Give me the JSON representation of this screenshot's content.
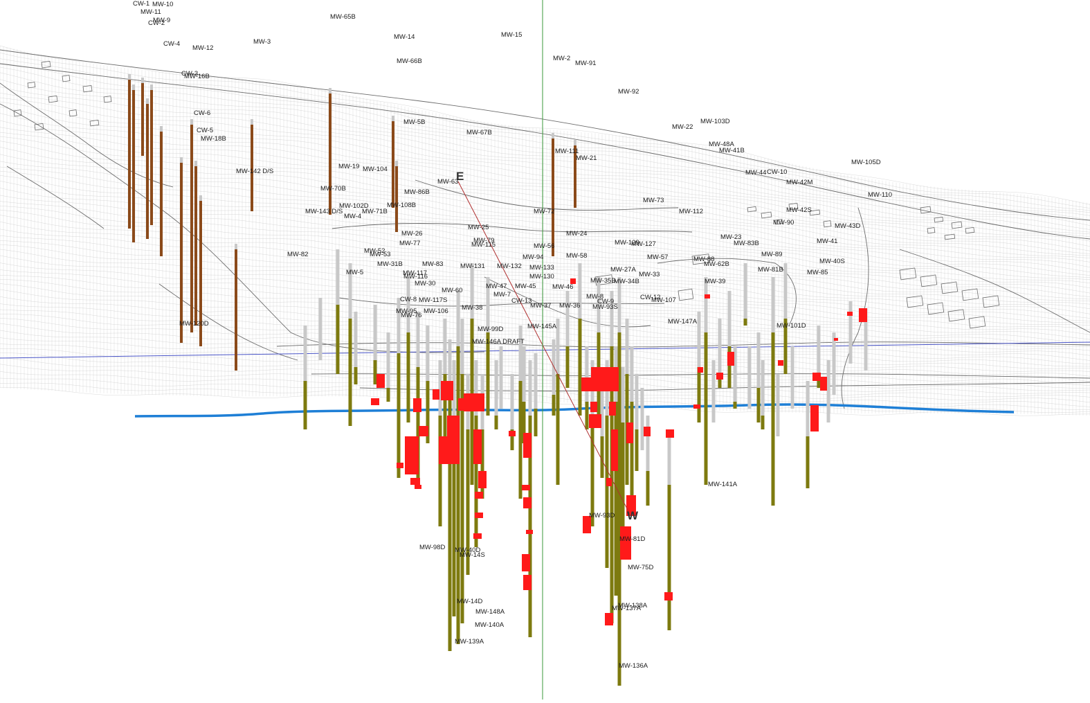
{
  "scene": {
    "section_line": {
      "start_label": "E",
      "end_label": "W"
    },
    "colors": {
      "background": "#ffffff",
      "mesh": "#c8c8c8",
      "roads": "#6b6b6b",
      "well_upper": "#8b4a1a",
      "well_lower": "#7d7a0f",
      "well_casing": "#c8c8c8",
      "contaminant": "#ff1a1a",
      "river": "#1e7fd6",
      "section_line": "#b03030",
      "north_line": "#3a9a3a",
      "horizon_line": "#4a55c8"
    },
    "wells": [
      {
        "name": "CW-1"
      },
      {
        "name": "MW-10"
      },
      {
        "name": "MW-11"
      },
      {
        "name": "MW-9"
      },
      {
        "name": "CW-2"
      },
      {
        "name": "MW-65B"
      },
      {
        "name": "MW-14"
      },
      {
        "name": "MW-15"
      },
      {
        "name": "CW-4"
      },
      {
        "name": "MW-12"
      },
      {
        "name": "MW-3"
      },
      {
        "name": "MW-2"
      },
      {
        "name": "MW-91"
      },
      {
        "name": "MW-66B"
      },
      {
        "name": "CW-3"
      },
      {
        "name": "MW-16B"
      },
      {
        "name": "MW-92"
      },
      {
        "name": "CW-6"
      },
      {
        "name": "MW-5B"
      },
      {
        "name": "CW-5"
      },
      {
        "name": "MW-67B"
      },
      {
        "name": "MW-22"
      },
      {
        "name": "MW-103D"
      },
      {
        "name": "MW-18B"
      },
      {
        "name": "MW-48A"
      },
      {
        "name": "MW-41B"
      },
      {
        "name": "MW-111"
      },
      {
        "name": "MW-21"
      },
      {
        "name": "MW-19"
      },
      {
        "name": "MW-104"
      },
      {
        "name": "MW-142 D/S"
      },
      {
        "name": "MW-44"
      },
      {
        "name": "CW-10"
      },
      {
        "name": "MW-105D"
      },
      {
        "name": "MW-63"
      },
      {
        "name": "MW-42M"
      },
      {
        "name": "MW-70B"
      },
      {
        "name": "MW-86B"
      },
      {
        "name": "MW-110"
      },
      {
        "name": "MW-73"
      },
      {
        "name": "MW-102D"
      },
      {
        "name": "MW-108B"
      },
      {
        "name": "MW-143 D/S"
      },
      {
        "name": "MW-71B"
      },
      {
        "name": "MW-72"
      },
      {
        "name": "MW-112"
      },
      {
        "name": "MW-42S"
      },
      {
        "name": "MW-4"
      },
      {
        "name": "MW-25"
      },
      {
        "name": "MW-90"
      },
      {
        "name": "MW-43D"
      },
      {
        "name": "MW-26"
      },
      {
        "name": "MW-24"
      },
      {
        "name": "MW-23"
      },
      {
        "name": "MW-79"
      },
      {
        "name": "MW-77"
      },
      {
        "name": "MW-115"
      },
      {
        "name": "MW-56"
      },
      {
        "name": "MW-129"
      },
      {
        "name": "MW-127"
      },
      {
        "name": "MW-83B"
      },
      {
        "name": "MW-41"
      },
      {
        "name": "MW-82"
      },
      {
        "name": "MW-52"
      },
      {
        "name": "MW-53"
      },
      {
        "name": "MW-58"
      },
      {
        "name": "MW-89"
      },
      {
        "name": "MW-94"
      },
      {
        "name": "MW-57"
      },
      {
        "name": "MW-88"
      },
      {
        "name": "MW-62B"
      },
      {
        "name": "MW-40S"
      },
      {
        "name": "MW-31B"
      },
      {
        "name": "MW-83"
      },
      {
        "name": "MW-131"
      },
      {
        "name": "MW-132"
      },
      {
        "name": "MW-133"
      },
      {
        "name": "MW-27A"
      },
      {
        "name": "MW-81B"
      },
      {
        "name": "MW-5"
      },
      {
        "name": "MW-117"
      },
      {
        "name": "MW-130"
      },
      {
        "name": "MW-33"
      },
      {
        "name": "MW-85"
      },
      {
        "name": "MW-116"
      },
      {
        "name": "MW-30"
      },
      {
        "name": "MW-47"
      },
      {
        "name": "MW-45"
      },
      {
        "name": "MW-35B"
      },
      {
        "name": "MW-34B"
      },
      {
        "name": "MW-39"
      },
      {
        "name": "MW-60"
      },
      {
        "name": "MW-46"
      },
      {
        "name": "MW-7"
      },
      {
        "name": "MW-8"
      },
      {
        "name": "CW-8"
      },
      {
        "name": "CW-12"
      },
      {
        "name": "MW-107"
      },
      {
        "name": "CW-13"
      },
      {
        "name": "CW-9"
      },
      {
        "name": "MW-117S"
      },
      {
        "name": "MW-37"
      },
      {
        "name": "MW-36"
      },
      {
        "name": "MW-93S"
      },
      {
        "name": "MW-95"
      },
      {
        "name": "MW-106"
      },
      {
        "name": "MW-38"
      },
      {
        "name": "MW-76"
      },
      {
        "name": "MW-147A"
      },
      {
        "name": "MW-101D"
      },
      {
        "name": "MW-120D"
      },
      {
        "name": "MW-99D"
      },
      {
        "name": "MW-145A"
      },
      {
        "name": "MW-146A DRAFT"
      },
      {
        "name": "MW-141A"
      },
      {
        "name": "MW-93D"
      },
      {
        "name": "MW-98D"
      },
      {
        "name": "MW-40D"
      },
      {
        "name": "MW-75D"
      },
      {
        "name": "MW-148A"
      },
      {
        "name": "MW-140A"
      },
      {
        "name": "MW-139A"
      },
      {
        "name": "MW-136A"
      },
      {
        "name": "MW-137A"
      },
      {
        "name": "MW-138A"
      },
      {
        "name": "MW-14S"
      },
      {
        "name": "MW-14D"
      },
      {
        "name": "MW-81D"
      }
    ]
  }
}
